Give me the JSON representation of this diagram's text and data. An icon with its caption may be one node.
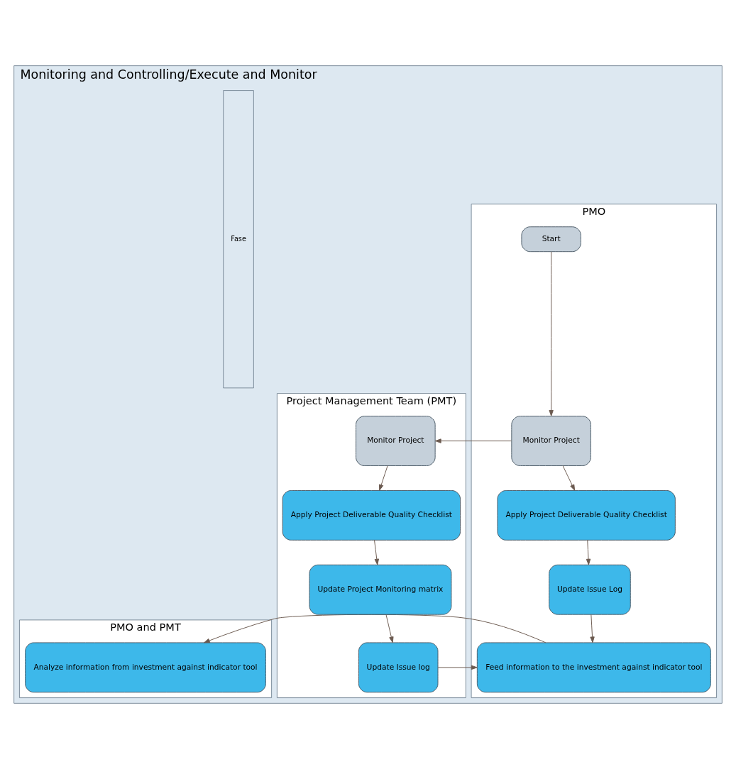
{
  "diagram": {
    "nodes": [
      {
        "text": [
          "Monitoring and Controlling/Execute and Monitor"
        ]
      },
      {
        "text": [
          "Fase"
        ],
        "in": 0
      },
      {
        "text": [
          "PMO"
        ],
        "in": 0
      },
      {
        "text": [
          "Project Management Team (PMT)"
        ],
        "in": 0
      },
      {
        "text": [
          "PMO and PMT"
        ],
        "in": 0
      },
      {
        "text": [
          "Start"
        ],
        "in": 2
      },
      {
        "text": [
          "Monitor Project"
        ],
        "in": 2
      },
      {
        "text": [
          "Apply Project Deliverable Quality Checklist"
        ],
        "in": 2
      },
      {
        "text": [
          "Update Issue Log"
        ],
        "in": 2
      },
      {
        "text": [
          "Feed information to the investment against indicator tool"
        ],
        "in": 2
      },
      {
        "text": [
          "Monitor Project"
        ],
        "in": 3
      },
      {
        "text": [
          "Apply Project Deliverable Quality Checklist"
        ],
        "in": 3
      },
      {
        "text": [
          "Update Project Monitoring matrix"
        ],
        "in": 3
      },
      {
        "text": [
          "Update Issue log"
        ],
        "in": 3
      },
      {
        "text": [
          "Analyze information from investment against indicator tool"
        ],
        "in": 4
      }
    ],
    "edges": [
      {
        "from": 5,
        "to": 6,
        "arrow": "to"
      },
      {
        "from": 6,
        "to": 10,
        "arrow": "to"
      },
      {
        "from": 6,
        "to": 7,
        "arrow": "to"
      },
      {
        "from": 7,
        "to": 8,
        "arrow": "to"
      },
      {
        "from": 8,
        "to": 9,
        "arrow": "to"
      },
      {
        "from": 10,
        "to": 11,
        "arrow": "to"
      },
      {
        "from": 11,
        "to": 12,
        "arrow": "to"
      },
      {
        "from": 12,
        "to": 13,
        "arrow": "to"
      },
      {
        "from": 13,
        "to": 9,
        "arrow": "to"
      },
      {
        "from": 9,
        "to": 14,
        "arrow": "to"
      }
    ]
  }
}
